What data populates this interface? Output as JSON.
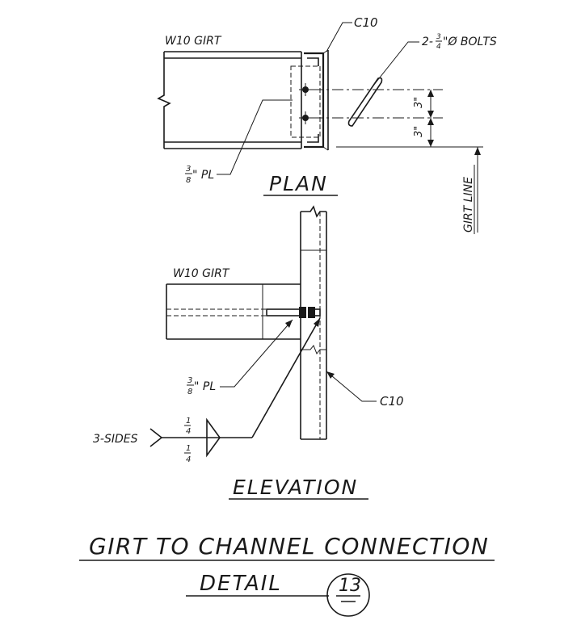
{
  "labels": {
    "c10_top": "C10",
    "bolts": "2-",
    "bolts_frac_num": "3",
    "bolts_frac_den": "4",
    "bolts_suffix": "\"Ø BOLTS",
    "w10_girt_plan": "W10 GIRT",
    "dim_upper": "3\"",
    "dim_lower": "3\"",
    "pl_plan_num": "3",
    "pl_plan_den": "8",
    "pl_plan_suffix": "\" PL",
    "plan_title": "PLAN",
    "girt_line": "GIRT LINE",
    "w10_girt_elev": "W10 GIRT",
    "pl_elev_num": "3",
    "pl_elev_den": "8",
    "pl_elev_suffix": "\" PL",
    "c10_elev": "C10",
    "three_sides": "3-SIDES",
    "weld_top": "1",
    "weld_top_den": "4",
    "weld_bot": "1",
    "weld_bot_den": "4",
    "elevation_title": "ELEVATION",
    "main_title": "GIRT TO CHANNEL CONNECTION",
    "detail_word": "DETAIL",
    "detail_number": "13"
  }
}
